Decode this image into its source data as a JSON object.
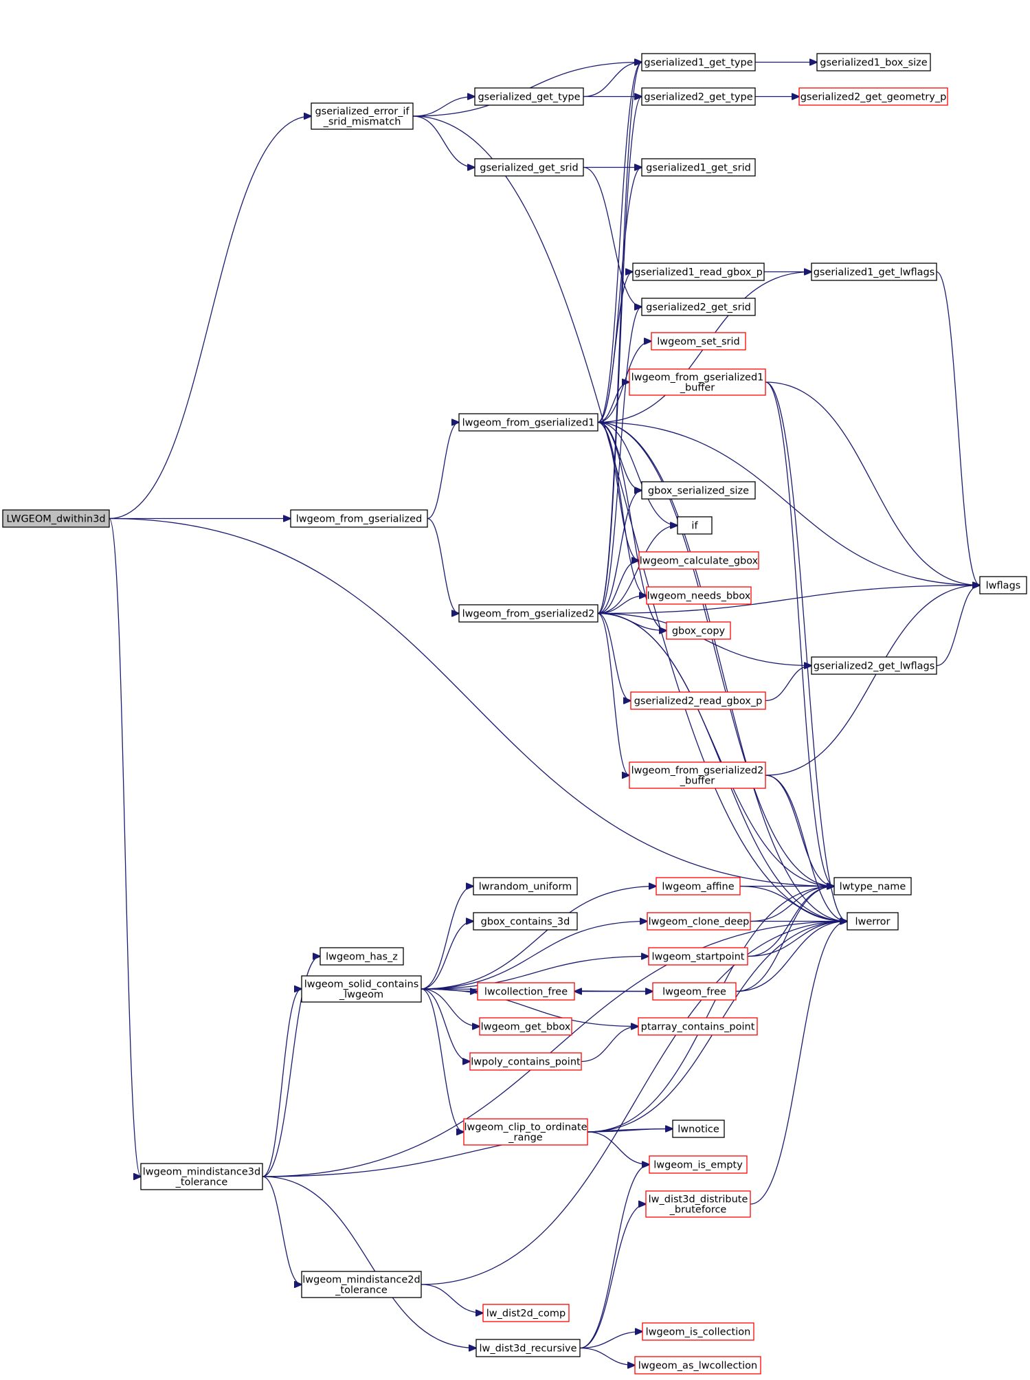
{
  "diagram": {
    "root": "LWGEOM_dwithin3d",
    "nodes": [
      {
        "id": "root",
        "lines": [
          "LWGEOM_dwithin3d"
        ],
        "style": "root"
      },
      {
        "id": "gs_err",
        "lines": [
          "gserialized_error_if",
          "_srid_mismatch"
        ],
        "style": "black"
      },
      {
        "id": "lw_from_gs",
        "lines": [
          "lwgeom_from_gserialized"
        ],
        "style": "black"
      },
      {
        "id": "mind3d",
        "lines": [
          "lwgeom_mindistance3d",
          "_tolerance"
        ],
        "style": "black"
      },
      {
        "id": "gs_get_type",
        "lines": [
          "gserialized_get_type"
        ],
        "style": "black"
      },
      {
        "id": "gs_get_srid",
        "lines": [
          "gserialized_get_srid"
        ],
        "style": "black"
      },
      {
        "id": "gs1_get_type",
        "lines": [
          "gserialized1_get_type"
        ],
        "style": "black"
      },
      {
        "id": "gs1_box_size",
        "lines": [
          "gserialized1_box_size"
        ],
        "style": "black"
      },
      {
        "id": "gs2_get_type",
        "lines": [
          "gserialized2_get_type"
        ],
        "style": "black"
      },
      {
        "id": "gs2_geom_p",
        "lines": [
          "gserialized2_get_geometry_p"
        ],
        "style": "red"
      },
      {
        "id": "gs1_get_srid",
        "lines": [
          "gserialized1_get_srid"
        ],
        "style": "black"
      },
      {
        "id": "lw_from_gs1",
        "lines": [
          "lwgeom_from_gserialized1"
        ],
        "style": "black"
      },
      {
        "id": "lw_from_gs2",
        "lines": [
          "lwgeom_from_gserialized2"
        ],
        "style": "black"
      },
      {
        "id": "gs1_read_gbox",
        "lines": [
          "gserialized1_read_gbox_p"
        ],
        "style": "black"
      },
      {
        "id": "gs1_lwflags",
        "lines": [
          "gserialized1_get_lwflags"
        ],
        "style": "black"
      },
      {
        "id": "gs2_get_srid",
        "lines": [
          "gserialized2_get_srid"
        ],
        "style": "black"
      },
      {
        "id": "lw_set_srid",
        "lines": [
          "lwgeom_set_srid"
        ],
        "style": "red"
      },
      {
        "id": "lw_from_gs1_buf",
        "lines": [
          "lwgeom_from_gserialized1",
          "_buffer"
        ],
        "style": "red"
      },
      {
        "id": "gbox_ser_size",
        "lines": [
          "gbox_serialized_size"
        ],
        "style": "black"
      },
      {
        "id": "if_node",
        "lines": [
          "if"
        ],
        "style": "black"
      },
      {
        "id": "lw_calc_gbox",
        "lines": [
          "lwgeom_calculate_gbox"
        ],
        "style": "red"
      },
      {
        "id": "lw_needs_bbox",
        "lines": [
          "lwgeom_needs_bbox"
        ],
        "style": "red"
      },
      {
        "id": "gbox_copy",
        "lines": [
          "gbox_copy"
        ],
        "style": "red"
      },
      {
        "id": "lwflags",
        "lines": [
          "lwflags"
        ],
        "style": "black"
      },
      {
        "id": "gs2_lwflags",
        "lines": [
          "gserialized2_get_lwflags"
        ],
        "style": "black"
      },
      {
        "id": "gs2_read_gbox",
        "lines": [
          "gserialized2_read_gbox_p"
        ],
        "style": "red"
      },
      {
        "id": "lw_from_gs2_buf",
        "lines": [
          "lwgeom_from_gserialized2",
          "_buffer"
        ],
        "style": "red"
      },
      {
        "id": "lwtype_name",
        "lines": [
          "lwtype_name"
        ],
        "style": "black"
      },
      {
        "id": "lwerror",
        "lines": [
          "lwerror"
        ],
        "style": "black"
      },
      {
        "id": "lw_affine",
        "lines": [
          "lwgeom_affine"
        ],
        "style": "red"
      },
      {
        "id": "lwrandom",
        "lines": [
          "lwrandom_uniform"
        ],
        "style": "black"
      },
      {
        "id": "gbox_contains3d",
        "lines": [
          "gbox_contains_3d"
        ],
        "style": "black"
      },
      {
        "id": "lw_clone_deep",
        "lines": [
          "lwgeom_clone_deep"
        ],
        "style": "red"
      },
      {
        "id": "lw_has_z",
        "lines": [
          "lwgeom_has_z"
        ],
        "style": "black"
      },
      {
        "id": "lw_startpoint",
        "lines": [
          "lwgeom_startpoint"
        ],
        "style": "red"
      },
      {
        "id": "lw_solid",
        "lines": [
          "lwgeom_solid_contains",
          "_lwgeom"
        ],
        "style": "black"
      },
      {
        "id": "lwcoll_free",
        "lines": [
          "lwcollection_free"
        ],
        "style": "red"
      },
      {
        "id": "lw_free",
        "lines": [
          "lwgeom_free"
        ],
        "style": "red"
      },
      {
        "id": "lw_get_bbox",
        "lines": [
          "lwgeom_get_bbox"
        ],
        "style": "red"
      },
      {
        "id": "ptarr_contains",
        "lines": [
          "ptarray_contains_point"
        ],
        "style": "red"
      },
      {
        "id": "lwpoly_contains",
        "lines": [
          "lwpoly_contains_point"
        ],
        "style": "red"
      },
      {
        "id": "lw_clip",
        "lines": [
          "lwgeom_clip_to_ordinate",
          "_range"
        ],
        "style": "red"
      },
      {
        "id": "lwnotice",
        "lines": [
          "lwnotice"
        ],
        "style": "black"
      },
      {
        "id": "lw_is_empty",
        "lines": [
          "lwgeom_is_empty"
        ],
        "style": "red"
      },
      {
        "id": "lw_dist3d_brute",
        "lines": [
          "lw_dist3d_distribute",
          "_bruteforce"
        ],
        "style": "red"
      },
      {
        "id": "mind2d",
        "lines": [
          "lwgeom_mindistance2d",
          "_tolerance"
        ],
        "style": "black"
      },
      {
        "id": "lw_dist2d_comp",
        "lines": [
          "lw_dist2d_comp"
        ],
        "style": "red"
      },
      {
        "id": "lw_is_coll",
        "lines": [
          "lwgeom_is_collection"
        ],
        "style": "red"
      },
      {
        "id": "lw_dist3d_rec",
        "lines": [
          "lw_dist3d_recursive"
        ],
        "style": "black"
      },
      {
        "id": "lw_as_coll",
        "lines": [
          "lwgeom_as_lwcollection"
        ],
        "style": "red"
      }
    ],
    "edges": [
      [
        "root",
        "gs_err"
      ],
      [
        "root",
        "lw_from_gs"
      ],
      [
        "root",
        "mind3d"
      ],
      [
        "root",
        "lwtype_name"
      ],
      [
        "gs_err",
        "gs_get_type"
      ],
      [
        "gs_err",
        "gs_get_srid"
      ],
      [
        "gs_err",
        "gs1_get_type"
      ],
      [
        "gs_err",
        "lwerror"
      ],
      [
        "gs_get_type",
        "gs1_get_type"
      ],
      [
        "gs_get_type",
        "gs2_get_type"
      ],
      [
        "gs1_get_type",
        "gs1_box_size"
      ],
      [
        "gs2_get_type",
        "gs2_geom_p"
      ],
      [
        "gs_get_srid",
        "gs1_get_srid"
      ],
      [
        "gs_get_srid",
        "gs2_get_srid"
      ],
      [
        "lw_from_gs",
        "lw_from_gs1"
      ],
      [
        "lw_from_gs",
        "lw_from_gs2"
      ],
      [
        "lw_from_gs1",
        "gs1_get_type"
      ],
      [
        "lw_from_gs1",
        "gs1_get_srid"
      ],
      [
        "lw_from_gs1",
        "gs1_read_gbox"
      ],
      [
        "lw_from_gs1",
        "gs1_lwflags"
      ],
      [
        "lw_from_gs1",
        "lw_set_srid"
      ],
      [
        "lw_from_gs1",
        "lw_from_gs1_buf"
      ],
      [
        "lw_from_gs1",
        "gbox_ser_size"
      ],
      [
        "lw_from_gs1",
        "if_node"
      ],
      [
        "lw_from_gs1",
        "lw_calc_gbox"
      ],
      [
        "lw_from_gs1",
        "lw_needs_bbox"
      ],
      [
        "lw_from_gs1",
        "gbox_copy"
      ],
      [
        "lw_from_gs1",
        "lwflags"
      ],
      [
        "lw_from_gs1",
        "lwtype_name"
      ],
      [
        "lw_from_gs1",
        "lwerror"
      ],
      [
        "lw_from_gs2",
        "gs2_get_type"
      ],
      [
        "lw_from_gs2",
        "gs2_get_srid"
      ],
      [
        "lw_from_gs2",
        "gbox_ser_size"
      ],
      [
        "lw_from_gs2",
        "if_node"
      ],
      [
        "lw_from_gs2",
        "lw_calc_gbox"
      ],
      [
        "lw_from_gs2",
        "lw_needs_bbox"
      ],
      [
        "lw_from_gs2",
        "gbox_copy"
      ],
      [
        "lw_from_gs2",
        "gs2_lwflags"
      ],
      [
        "lw_from_gs2",
        "gs2_read_gbox"
      ],
      [
        "lw_from_gs2",
        "lw_from_gs2_buf"
      ],
      [
        "lw_from_gs2",
        "lwflags"
      ],
      [
        "lw_from_gs2",
        "lwtype_name"
      ],
      [
        "lw_from_gs2",
        "lwerror"
      ],
      [
        "lw_from_gs2",
        "gs1_get_type"
      ],
      [
        "gs1_read_gbox",
        "gs1_lwflags"
      ],
      [
        "gs1_lwflags",
        "lwflags"
      ],
      [
        "gs2_read_gbox",
        "gs2_lwflags"
      ],
      [
        "gs2_lwflags",
        "lwflags"
      ],
      [
        "lw_from_gs1_buf",
        "lwflags"
      ],
      [
        "lw_from_gs1_buf",
        "lwtype_name"
      ],
      [
        "lw_from_gs1_buf",
        "lwerror"
      ],
      [
        "lw_from_gs2_buf",
        "lwflags"
      ],
      [
        "lw_from_gs2_buf",
        "lwtype_name"
      ],
      [
        "lw_from_gs2_buf",
        "lwerror"
      ],
      [
        "lw_affine",
        "lwtype_name"
      ],
      [
        "lw_affine",
        "lwerror"
      ],
      [
        "lw_clone_deep",
        "lwtype_name"
      ],
      [
        "lw_clone_deep",
        "lwerror"
      ],
      [
        "lw_startpoint",
        "lwtype_name"
      ],
      [
        "lw_startpoint",
        "lwerror"
      ],
      [
        "lw_free",
        "lwcoll_free"
      ],
      [
        "lw_free",
        "lwtype_name"
      ],
      [
        "lw_free",
        "lwerror"
      ],
      [
        "lwcoll_free",
        "lw_free"
      ],
      [
        "lw_solid",
        "lw_affine"
      ],
      [
        "lw_solid",
        "lwrandom"
      ],
      [
        "lw_solid",
        "gbox_contains3d"
      ],
      [
        "lw_solid",
        "lw_clone_deep"
      ],
      [
        "lw_solid",
        "lw_startpoint"
      ],
      [
        "lw_solid",
        "lw_free"
      ],
      [
        "lw_solid",
        "lwcoll_free"
      ],
      [
        "lw_solid",
        "lw_get_bbox"
      ],
      [
        "lw_solid",
        "lwpoly_contains"
      ],
      [
        "lw_solid",
        "ptarr_contains"
      ],
      [
        "lw_solid",
        "lw_clip"
      ],
      [
        "lwpoly_contains",
        "ptarr_contains"
      ],
      [
        "lw_clip",
        "lwnotice"
      ],
      [
        "lw_clip",
        "lw_is_empty"
      ],
      [
        "lw_clip",
        "lwtype_name"
      ],
      [
        "lw_clip",
        "lwerror"
      ],
      [
        "lw_dist3d_brute",
        "lwerror"
      ],
      [
        "mind3d",
        "lw_has_z"
      ],
      [
        "mind3d",
        "lw_solid"
      ],
      [
        "mind3d",
        "lwnotice"
      ],
      [
        "mind3d",
        "lwerror"
      ],
      [
        "mind3d",
        "mind2d"
      ],
      [
        "mind3d",
        "lw_dist3d_rec"
      ],
      [
        "mind2d",
        "lw_dist2d_comp"
      ],
      [
        "mind2d",
        "lwerror"
      ],
      [
        "lw_dist3d_rec",
        "lw_is_empty"
      ],
      [
        "lw_dist3d_rec",
        "lw_dist3d_brute"
      ],
      [
        "lw_dist3d_rec",
        "lw_is_coll"
      ],
      [
        "lw_dist3d_rec",
        "lw_as_coll"
      ]
    ]
  }
}
